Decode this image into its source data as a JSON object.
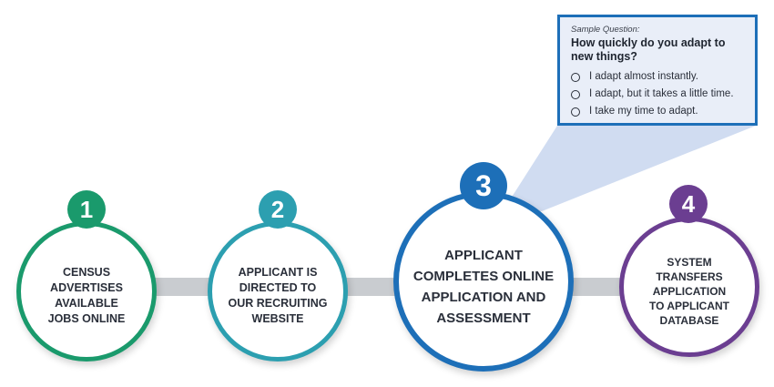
{
  "steps": [
    {
      "number": "1",
      "lines": [
        "CENSUS",
        "ADVERTISES",
        "AVAILABLE",
        "JOBS ONLINE"
      ]
    },
    {
      "number": "2",
      "lines": [
        "APPLICANT IS",
        "DIRECTED TO",
        "OUR RECRUITING",
        "WEBSITE"
      ]
    },
    {
      "number": "3",
      "lines": [
        "APPLICANT",
        "COMPLETES ONLINE",
        "APPLICATION AND",
        "ASSESSMENT"
      ]
    },
    {
      "number": "4",
      "lines": [
        "SYSTEM",
        "TRANSFERS",
        "APPLICATION",
        "TO APPLICANT",
        "DATABASE"
      ]
    }
  ],
  "callout": {
    "tag": "Sample Question:",
    "question": "How quickly do you adapt to new things?",
    "options": [
      "I adapt almost instantly.",
      "I adapt, but it takes a little time.",
      "I take my time to adapt."
    ]
  },
  "colors": {
    "step1": "#1a9a6c",
    "step2": "#2c9fb0",
    "step3": "#1d6fb8",
    "step4": "#6b3e91",
    "connector": "#c9ccd0",
    "beam": "#c8d6ee"
  }
}
